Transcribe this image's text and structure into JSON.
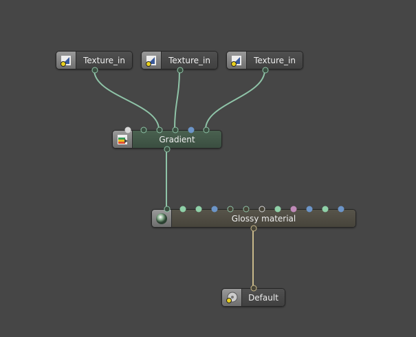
{
  "nodes": {
    "texture1": {
      "label": "Texture_in",
      "icon": "texture-icon"
    },
    "texture2": {
      "label": "Texture_in",
      "icon": "texture-icon"
    },
    "texture3": {
      "label": "Texture_in",
      "icon": "texture-icon"
    },
    "gradient": {
      "label": "Gradient",
      "icon": "gradient-icon"
    },
    "glossy": {
      "label": "Glossy material",
      "icon": "material-sphere-icon"
    },
    "default": {
      "label": "Default",
      "icon": "disc-icon"
    }
  },
  "colors": {
    "background": "#464646",
    "wire": "#8fc4a8",
    "material_wire": "#c9b98a",
    "pin_green": "#8fd0a8",
    "pin_blue": "#6c95c8",
    "pin_pink": "#c08ab8"
  }
}
